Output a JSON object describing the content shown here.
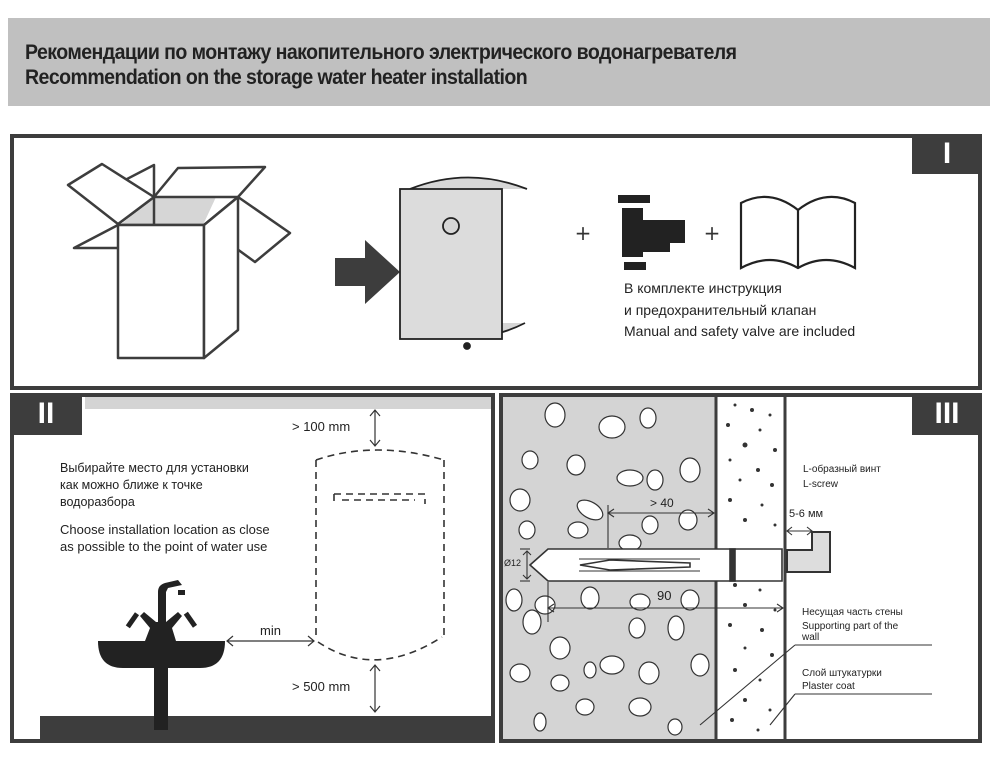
{
  "header": {
    "title_ru": "Рекомендации по монтажу накопительного электрического водонагревателя",
    "title_en": "Recommendation on the storage water heater installation"
  },
  "panel1": {
    "badge": "I",
    "plus1": "+",
    "plus2": "+",
    "caption_ru_1": "В комплекте инструкция",
    "caption_ru_2": "и предохранительный клапан",
    "caption_en": "Manual and safety valve are included"
  },
  "panel2": {
    "badge": "II",
    "text_ru_1": "Выбирайте место для установки",
    "text_ru_2": "как можно ближе к точке",
    "text_ru_3": "водоразбора",
    "text_en_1": "Choose installation location as close",
    "text_en_2": "as possible to the point of water use",
    "dim_top": "> 100 mm",
    "dim_bottom": "> 500 mm",
    "dim_min": "min"
  },
  "panel3": {
    "badge": "III",
    "lscrew_ru": "L-образный винт",
    "lscrew_en": "L-screw",
    "gap": "5-6 мм",
    "depth_min": "> 40",
    "diameter": "Ø12",
    "length": "90",
    "support_ru": "Несущая часть стены",
    "support_en_1": "Supporting part of the",
    "support_en_2": "wall",
    "plaster_ru": "Слой штукатурки",
    "plaster_en": "Plaster coat"
  },
  "colors": {
    "dark": "#3d3d3d",
    "header_bg": "#c0c0c0",
    "concrete": "#d4d4d4",
    "heater": "#dcdcdc"
  }
}
